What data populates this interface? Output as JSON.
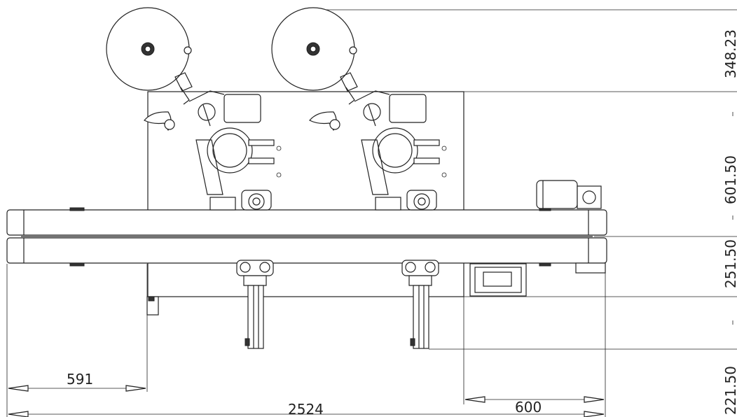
{
  "dimensions": {
    "width_overall": "2524",
    "left_offset": "591",
    "right_section": "600",
    "height_top": "348.23",
    "height_upper": "601.50",
    "height_middle": "251.50",
    "height_bottom": "221.50"
  },
  "colors": {
    "line": "#222222",
    "background": "#ffffff"
  }
}
